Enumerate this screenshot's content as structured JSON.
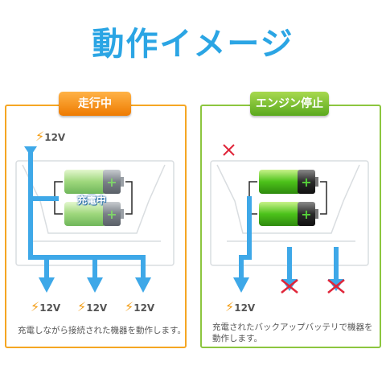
{
  "title": "動作イメージ",
  "left_panel": {
    "badge": "走行中",
    "input_voltage": "12V",
    "charging_label": "充電中",
    "outputs": [
      "12V",
      "12V",
      "12V"
    ],
    "caption": "充電しながら接続された機器を動作します。",
    "color": "#f5a623"
  },
  "right_panel": {
    "badge": "エンジン停止",
    "output_voltage": "12V",
    "caption_line1": "充電されたバックアップバッテリで機器を",
    "caption_line2": "動作します。",
    "color": "#8cc63f"
  },
  "icons": [
    "lightning-bolt-icon",
    "battery-icon",
    "cross-icon",
    "arrow-icon"
  ]
}
